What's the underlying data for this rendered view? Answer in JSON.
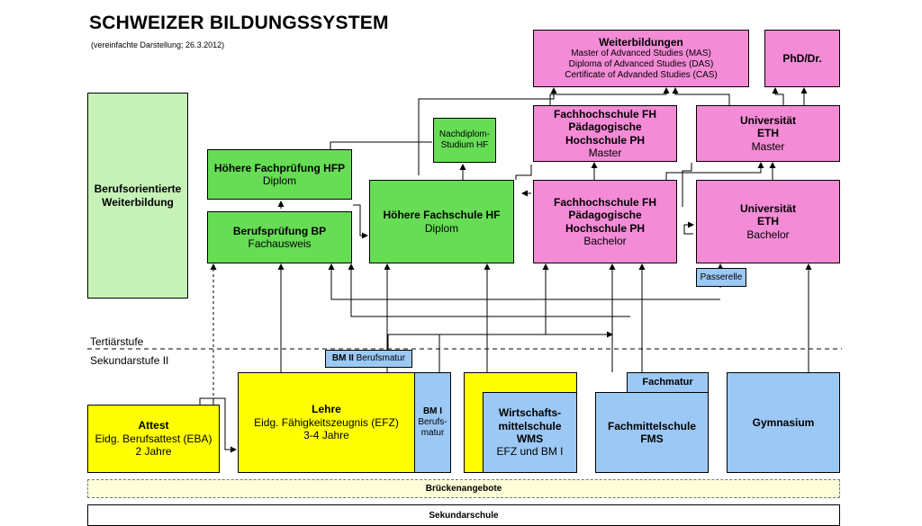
{
  "header": {
    "title": "SCHWEIZER BILDUNGSSYSTEM",
    "subtitle": "(vereinfachte Darstellung; 26.3.2012)"
  },
  "levels": {
    "tertiary": "Tertiärstufe",
    "secondary2": "Sekundarstufe II"
  },
  "boxes": {
    "weiterbildungen": {
      "title": "Weiterbildungen",
      "lines": [
        "Master of Advanced Studies (MAS)",
        "Diploma of Advanced Studies (DAS)",
        "Certificate of Advanded Studies (CAS)"
      ]
    },
    "phd": {
      "title": "PhD/Dr."
    },
    "berufsorientiert": {
      "line1": "Berufsorientierte",
      "line2": "Weiterbildung"
    },
    "hfp": {
      "title": "Höhere Fachprüfung HFP",
      "sub": "Diplom"
    },
    "bp": {
      "title": "Berufsprüfung BP",
      "sub": "Fachausweis"
    },
    "nachdiplom": {
      "line1": "Nachdiplom-",
      "line2": "Studium HF"
    },
    "hf": {
      "title": "Höhere Fachschule HF",
      "sub": "Diplom"
    },
    "fh_master": {
      "line1": "Fachhochschule FH",
      "line2": "Pädagogische",
      "line3": "Hochschule PH",
      "sub": "Master"
    },
    "uni_master": {
      "line1": "Universität",
      "line2": "ETH",
      "sub": "Master"
    },
    "fh_bachelor": {
      "line1": "Fachhochschule FH",
      "line2": "Pädagogische",
      "line3": "Hochschule PH",
      "sub": "Bachelor"
    },
    "uni_bachelor": {
      "line1": "Universität",
      "line2": "ETH",
      "sub": "Bachelor"
    },
    "passerelle": {
      "label": "Passerelle"
    },
    "bm2": {
      "bold": "BM II",
      "rest": " Berufsmatur"
    },
    "lehre": {
      "title": "Lehre",
      "line2": "Eidg. Fähigkeitszeugnis (EFZ)",
      "line3": "3-4 Jahre"
    },
    "bm1": {
      "title": "BM I",
      "line2": "Berufs-",
      "line3": "matur"
    },
    "wms": {
      "line1": "Wirtschafts-",
      "line2": "mittelschule",
      "line3": "WMS",
      "sub": "EFZ und BM I"
    },
    "attest": {
      "title": "Attest",
      "line2": "Eidg. Berufsattest (EBA)",
      "line3": "2 Jahre"
    },
    "fachmatur": {
      "label": "Fachmatur"
    },
    "fms": {
      "line1": "Fachmittelschule",
      "line2": "FMS"
    },
    "gymnasium": {
      "label": "Gymnasium"
    },
    "brueckenangebote": {
      "label": "Brückenangebote"
    },
    "sekundarschule": {
      "label": "Sekundarschule"
    }
  },
  "colors": {
    "tertiary_vocational": "#66dd55",
    "continuing_education": "#c6f2b8",
    "higher_education": "#f38bd6",
    "apprenticeship": "#ffff00",
    "schools": "#9cc8f5",
    "bridge": "#fefed8"
  }
}
